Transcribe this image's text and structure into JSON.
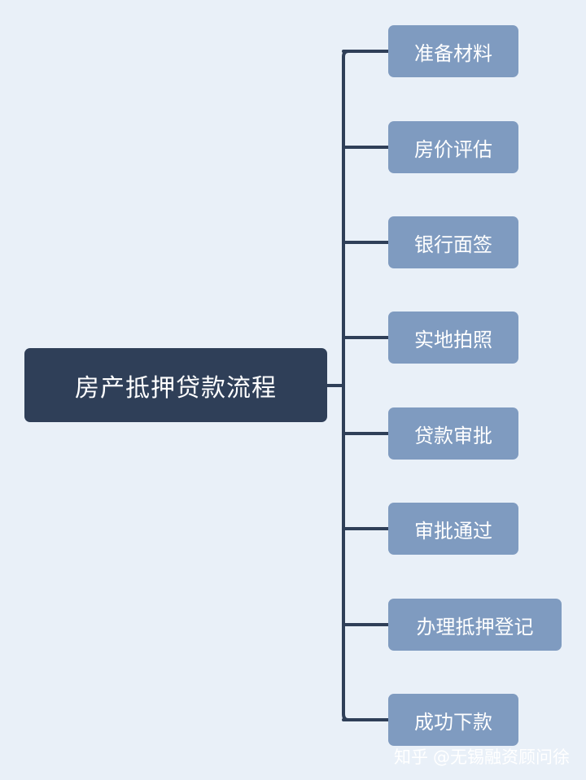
{
  "root": {
    "label": "房产抵押贷款流程"
  },
  "steps": [
    {
      "label": "准备材料"
    },
    {
      "label": "房价评估"
    },
    {
      "label": "银行面签"
    },
    {
      "label": "实地拍照"
    },
    {
      "label": "贷款审批"
    },
    {
      "label": "审批通过"
    },
    {
      "label": "办理抵押登记"
    },
    {
      "label": "成功下款"
    }
  ],
  "watermark": {
    "platform": "知乎",
    "author": "@无锡融资顾问徐"
  },
  "colors": {
    "background": "#e9f0f8",
    "root_fill": "#2f3f58",
    "step_fill": "#7f9bc0",
    "connector": "#2f3f58"
  }
}
